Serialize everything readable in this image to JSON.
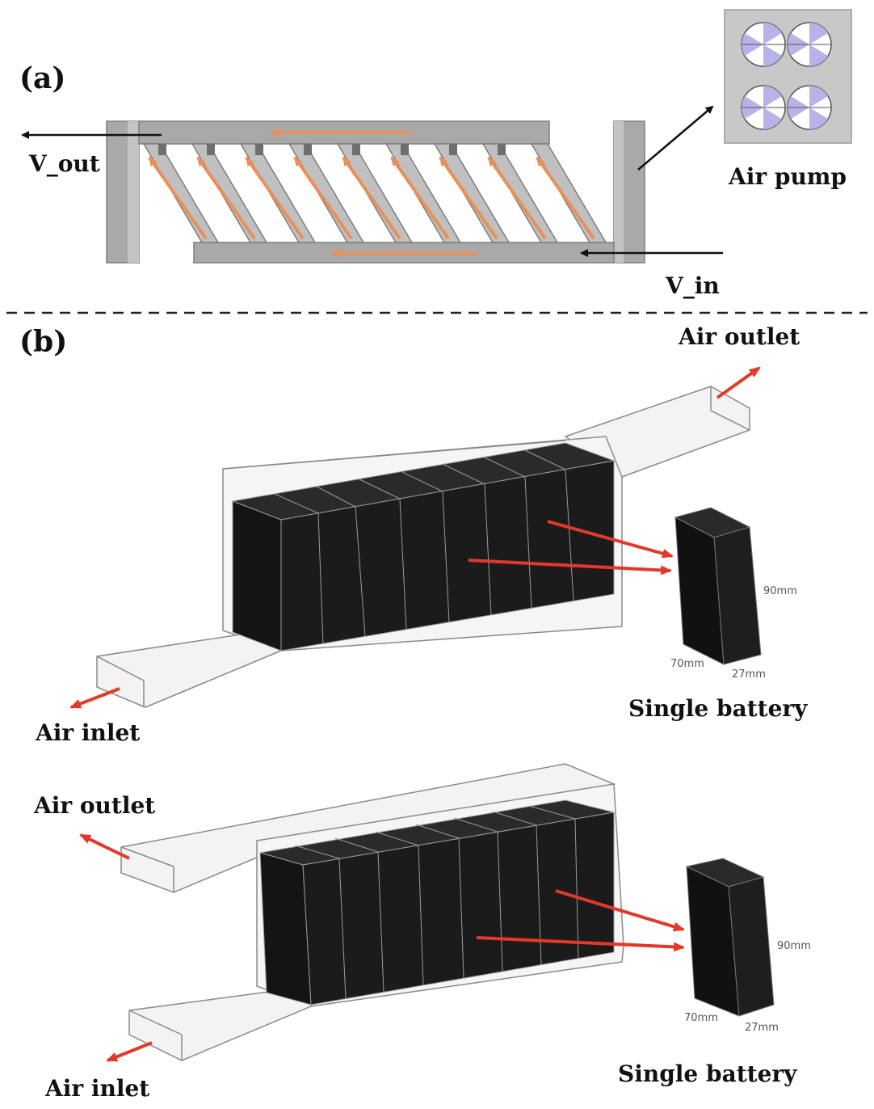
{
  "panel_a": {
    "label": "(a)",
    "v_out": "V_out",
    "v_in": "V_in",
    "air_pump": "Air pump"
  },
  "panel_b": {
    "label": "(b)",
    "top": {
      "air_outlet": "Air outlet",
      "air_inlet": "Air inlet",
      "single_battery": "Single battery",
      "dim_height": "90mm",
      "dim_length": "70mm",
      "dim_width": "27mm"
    },
    "bottom": {
      "air_outlet": "Air outlet",
      "air_inlet": "Air inlet",
      "single_battery": "Single battery",
      "dim_height": "90mm",
      "dim_length": "70mm",
      "dim_width": "27mm"
    }
  },
  "colors": {
    "frame_gray": "#a9a9a9",
    "flow_orange": "#e8905a",
    "arrow_red": "#e2392b",
    "battery_black": "#1b1b1b",
    "fan_blue": "#b6b3e6"
  }
}
